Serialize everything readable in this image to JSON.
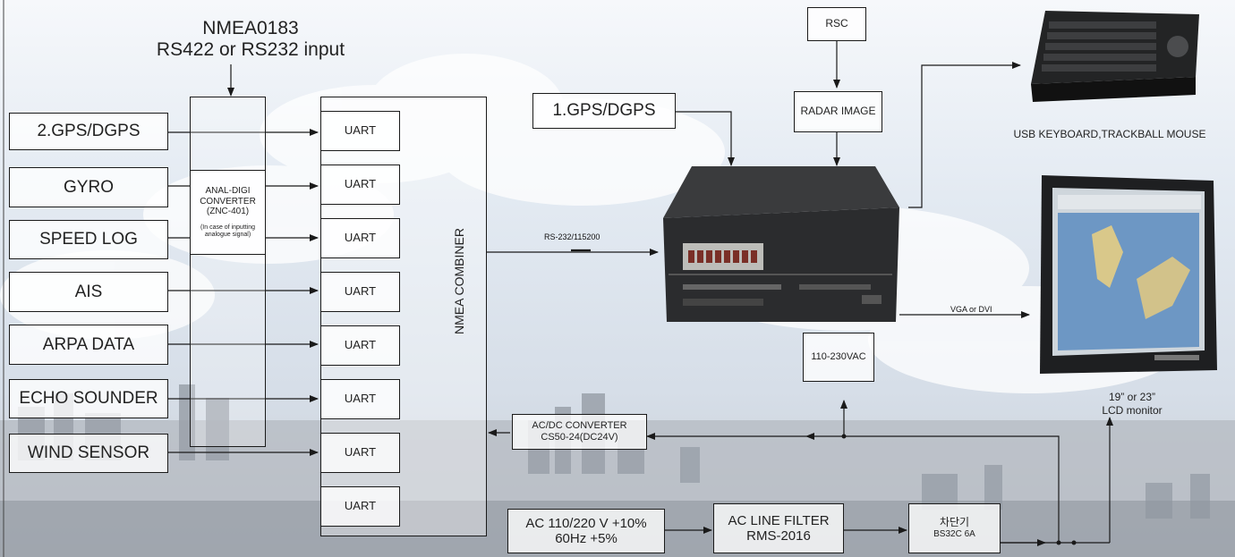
{
  "header": {
    "line1": "NMEA0183",
    "line2": "RS422 or RS232 input"
  },
  "sensors": [
    "2.GPS/DGPS",
    "GYRO",
    "SPEED LOG",
    "AIS",
    "ARPA DATA",
    "ECHO SOUNDER",
    "WIND SENSOR"
  ],
  "converter": {
    "line1": "ANAL-DIGI",
    "line2": "CONVERTER",
    "line3": "(ZNC-401)",
    "note1": "(In case of inputting",
    "note2": "analogue signal)"
  },
  "uarts": [
    "UART",
    "UART",
    "UART",
    "UART",
    "UART",
    "UART",
    "UART",
    "UART"
  ],
  "combiner": {
    "label": "NMEA COMBINER"
  },
  "gps1": {
    "label": "1.GPS/DGPS"
  },
  "rsc": {
    "label": "RSC"
  },
  "radar": {
    "label": "RADAR IMAGE"
  },
  "link": {
    "serial": "RS-232/115200",
    "video": "VGA or  DVI"
  },
  "power_label": "110-230VAC",
  "keyboard_caption": "USB KEYBOARD,TRACKBALL MOUSE",
  "monitor": {
    "line1": "19” or 23”",
    "line2": "LCD monitor"
  },
  "acdc": {
    "line1": "AC/DC CONVERTER",
    "line2": "CS50-24(DC24V)"
  },
  "ac_supply": {
    "line1": "AC 110/220 V +10%",
    "line2": "60Hz +5%"
  },
  "filter": {
    "line1": "AC LINE FILTER",
    "line2": "RMS-2016"
  },
  "breaker": {
    "line1": "차단기",
    "line2": "BS32C 6A"
  },
  "colors": {
    "line": "#1a1a1a",
    "sky": "#c9d6e6",
    "screen": "#6d97c4"
  }
}
